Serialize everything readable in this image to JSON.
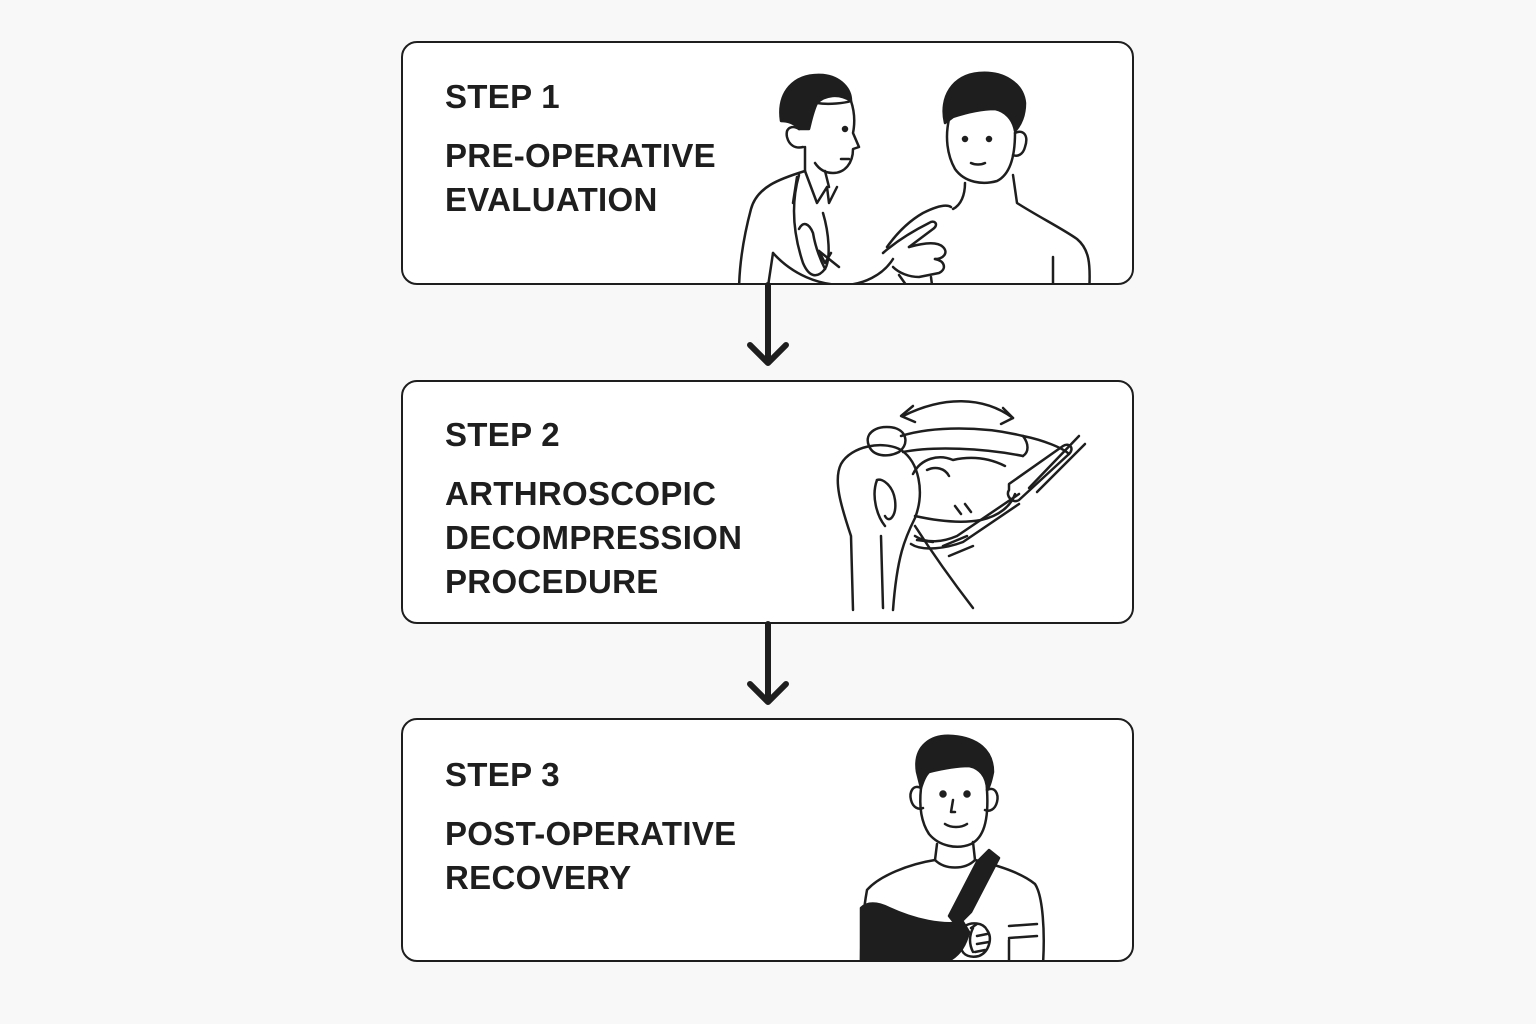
{
  "steps": [
    {
      "label": "STEP 1",
      "title_lines": [
        "PRE-OPERATIVE",
        "EVALUATION"
      ],
      "illustration": "doctor-examining-patient-shoulder"
    },
    {
      "label": "STEP 2",
      "title_lines": [
        "ARTHROSCOPIC",
        "DECOMPRESSION",
        "PROCEDURE"
      ],
      "illustration": "shoulder-joint-with-arthroscope"
    },
    {
      "label": "STEP 3",
      "title_lines": [
        "POST-OPERATIVE",
        "RECOVERY"
      ],
      "illustration": "patient-with-arm-sling"
    }
  ],
  "colors": {
    "ink": "#1e1e1e",
    "card_background": "#ffffff",
    "page_background": "#f8f8f8"
  }
}
